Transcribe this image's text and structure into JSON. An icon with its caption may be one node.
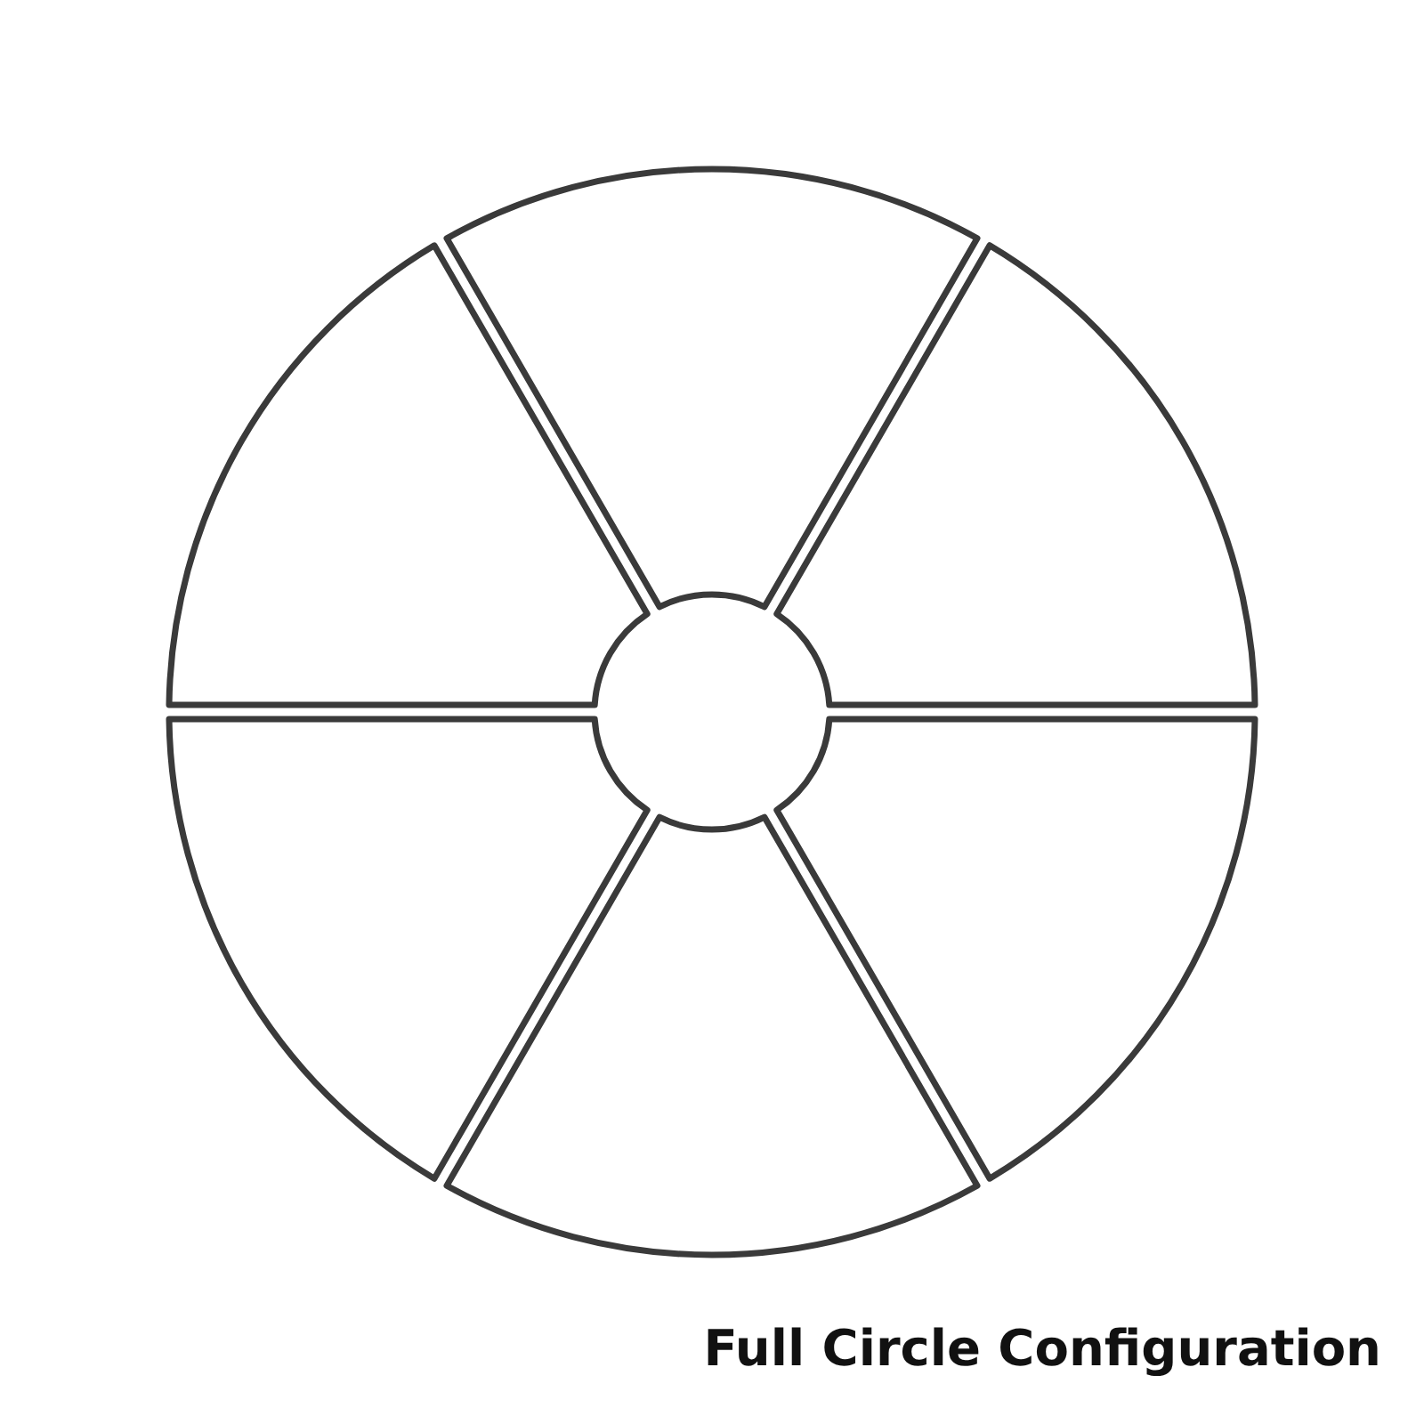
{
  "diagram": {
    "caption": "Full Circle Configuration",
    "nodes": [
      {
        "text": [],
        "shape": "wedge"
      },
      {
        "text": [],
        "shape": "wedge"
      },
      {
        "text": [],
        "shape": "wedge"
      },
      {
        "text": [],
        "shape": "wedge"
      },
      {
        "text": [],
        "shape": "wedge"
      },
      {
        "text": [],
        "shape": "wedge"
      }
    ]
  }
}
